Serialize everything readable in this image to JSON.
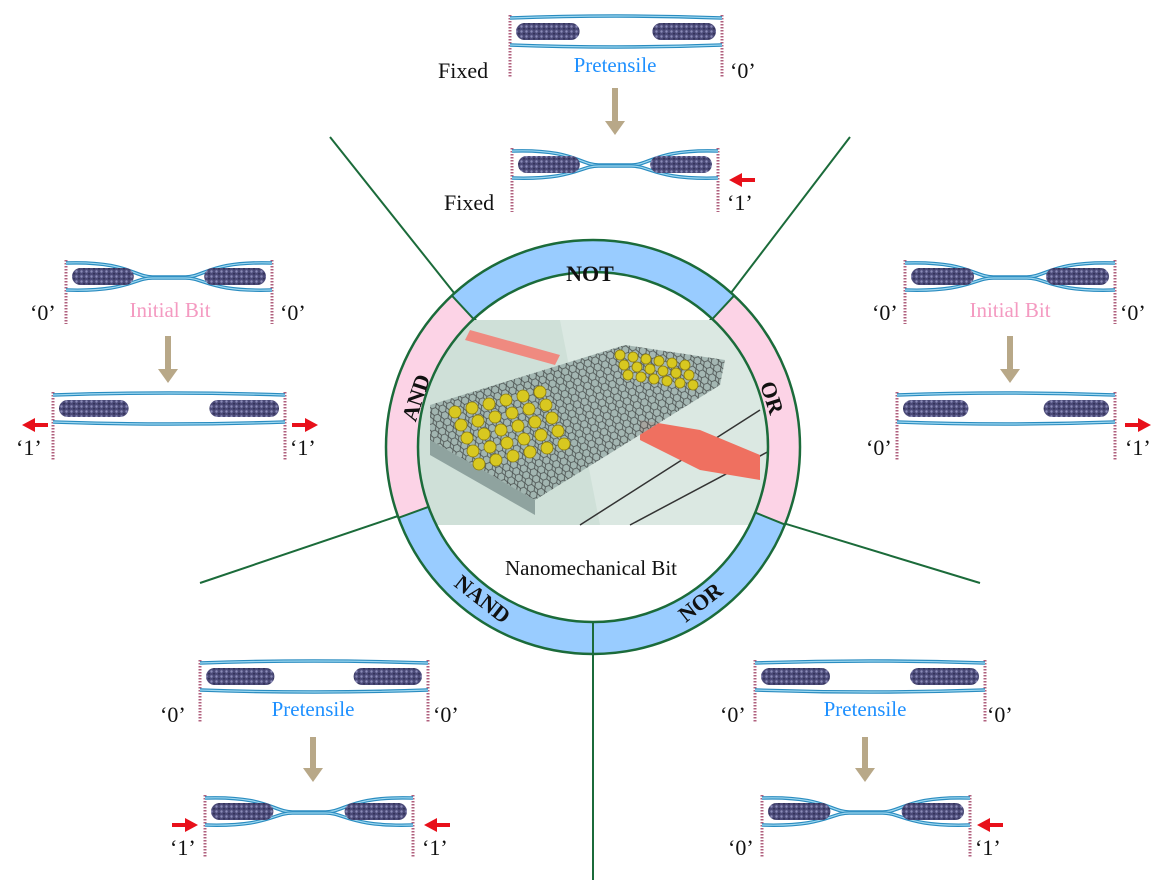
{
  "center": {
    "caption": "Nanomechanical Bit",
    "gates": {
      "not": "NOT",
      "or": "OR",
      "nor": "NOR",
      "nand": "NAND",
      "and": "AND"
    }
  },
  "colors": {
    "ring_blue": "#99ccff",
    "ring_pink": "#fcd3e6",
    "divider_green": "#1b6b3a",
    "state_arrow": "#b8a888",
    "force_arrow": "#e8101a",
    "pretensile_text": "#1e90ff",
    "initial_bit_text": "#f49ac1"
  },
  "panels": {
    "not": {
      "left_top": "Fixed",
      "mid": "Pretensile",
      "right_top": "‘0’",
      "left_bottom": "Fixed",
      "right_bottom": "‘1’"
    },
    "and": {
      "left_top": "‘0’",
      "mid": "Initial Bit",
      "right_top": "‘0’",
      "left_bottom": "‘1’",
      "right_bottom": "‘1’"
    },
    "or": {
      "left_top": "‘0’",
      "mid": "Initial Bit",
      "right_top": "‘0’",
      "left_bottom": "‘0’",
      "right_bottom": "‘1’"
    },
    "nand": {
      "left_top": "‘0’",
      "mid": "Pretensile",
      "right_top": "‘0’",
      "left_bottom": "‘1’",
      "right_bottom": "‘1’"
    },
    "nor": {
      "left_top": "‘0’",
      "mid": "Pretensile",
      "right_top": "‘0’",
      "left_bottom": "‘0’",
      "right_bottom": "‘1’"
    }
  }
}
